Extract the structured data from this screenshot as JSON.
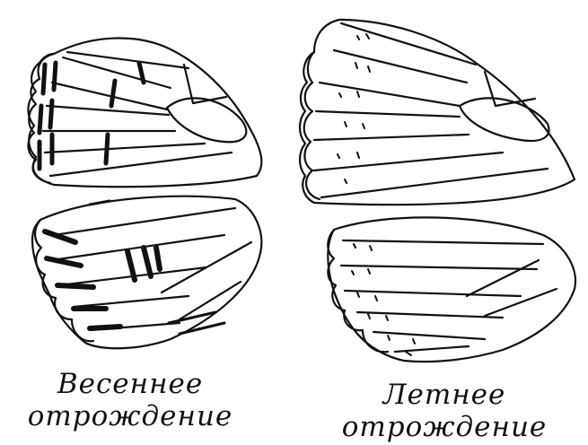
{
  "figure": {
    "spring": {
      "caption_line1": "Весеннее",
      "caption_line2": "отрождение"
    },
    "summer": {
      "caption_line1": "Летнее",
      "caption_line2": "отрождение"
    }
  },
  "colors": {
    "ink": "#111111",
    "paper": "#ffffff"
  }
}
